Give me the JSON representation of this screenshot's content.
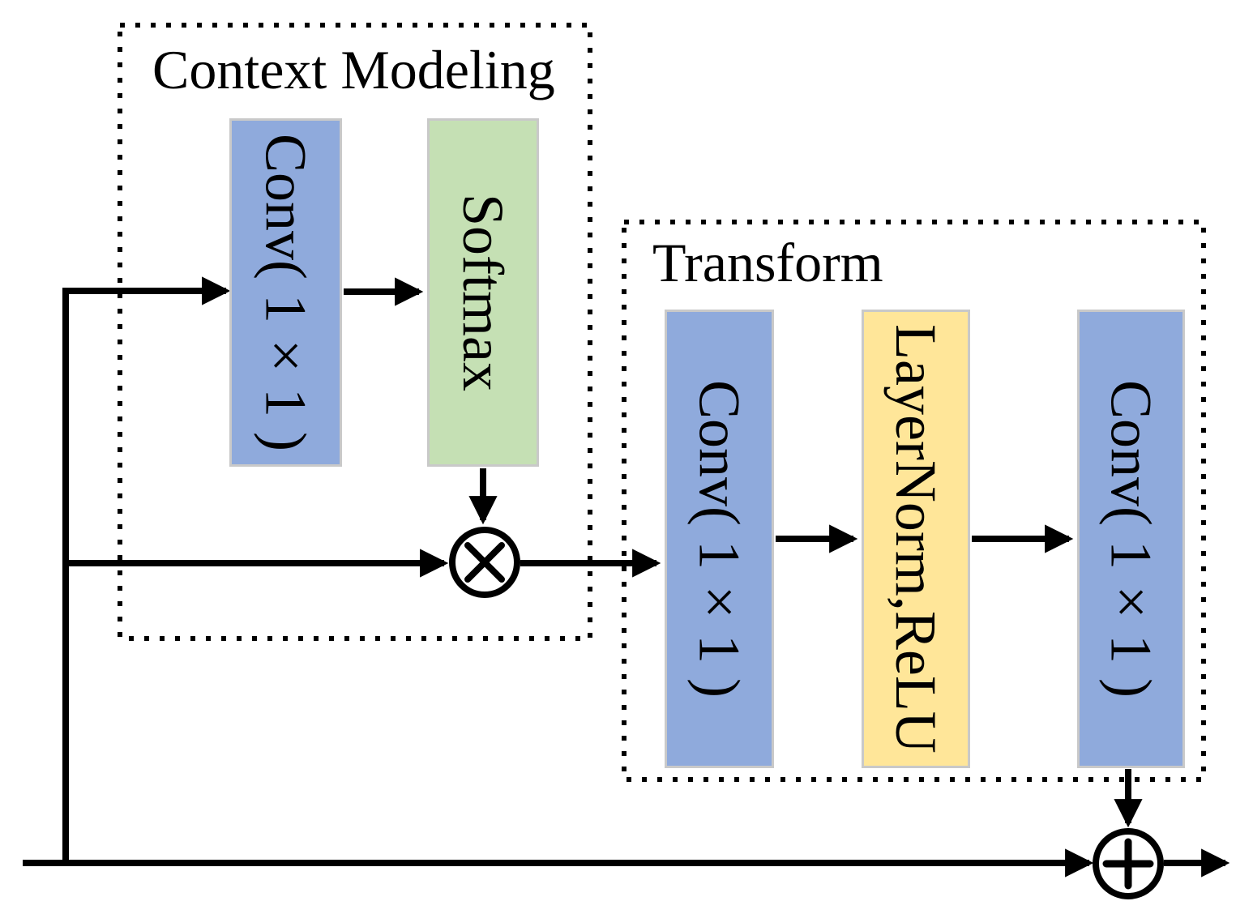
{
  "figure": {
    "groups": {
      "context_modeling": {
        "label": "Context Modeling"
      },
      "transform": {
        "label": "Transform"
      }
    },
    "blocks": {
      "cm_conv": {
        "label": "Conv( 1×1 )"
      },
      "cm_softmax": {
        "label": "Softmax"
      },
      "tf_conv1": {
        "label": "Conv( 1×1 )"
      },
      "tf_layernorm": {
        "label": "LayerNorm,ReLU"
      },
      "tf_conv2": {
        "label": "Conv( 1×1 )"
      }
    },
    "operators": {
      "multiply_icon": "⊗",
      "add_icon": "⊕"
    },
    "colors": {
      "conv_blue": "#8FAADC",
      "softmax_green": "#C5E0B4",
      "layernorm_yellow": "#FFE699",
      "block_border": "#C9C9C9",
      "line_black": "#000000"
    }
  }
}
